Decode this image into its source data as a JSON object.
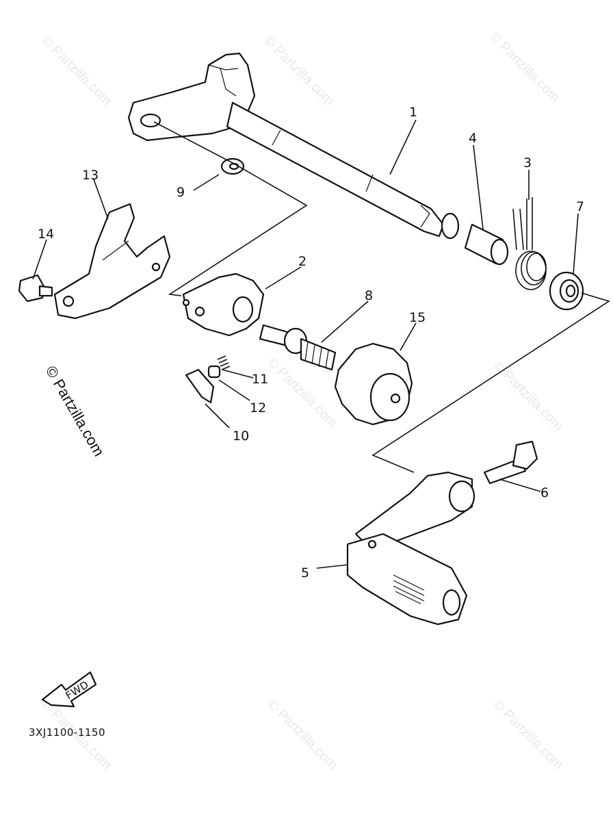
{
  "watermark": "© Partzilla.com",
  "diagram_code": "3XJ1100-1150",
  "fwd_label": "FWD",
  "callouts": [
    "1",
    "2",
    "3",
    "4",
    "5",
    "6",
    "7",
    "8",
    "9",
    "10",
    "11",
    "12",
    "13",
    "14",
    "15"
  ]
}
